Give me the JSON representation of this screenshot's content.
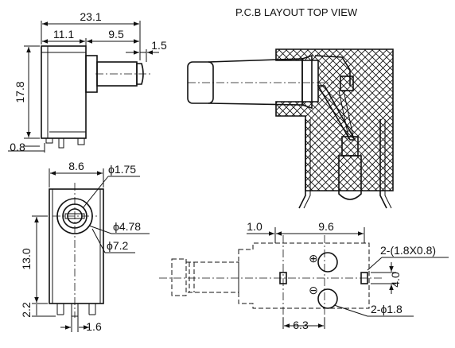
{
  "header": {
    "pcb_title": "P.C.B LAYOUT  TOP VIEW"
  },
  "side_view": {
    "overall_length": "23.1",
    "body_length": "11.1",
    "barrel_length": "9.5",
    "tip_length": "1.5",
    "height": "17.8",
    "pin_offset": "0.8"
  },
  "front_view": {
    "width": "8.6",
    "hole_dia": "ϕ1.75",
    "outer_dia": "ϕ4.78",
    "ring_dia": "ϕ7.2",
    "height": "13.0",
    "pin_height": "2.2",
    "pin_width": "1.6"
  },
  "pcb_layout": {
    "offset": "1.0",
    "pitch_x": "9.6",
    "slot_size": "2-(1.8X0.8)",
    "pitch_y": "4.0",
    "hole_spacing": "6.3",
    "hole_dia": "2-ϕ1.8",
    "plus_symbol": "⊕",
    "minus_symbol": "⊖"
  }
}
